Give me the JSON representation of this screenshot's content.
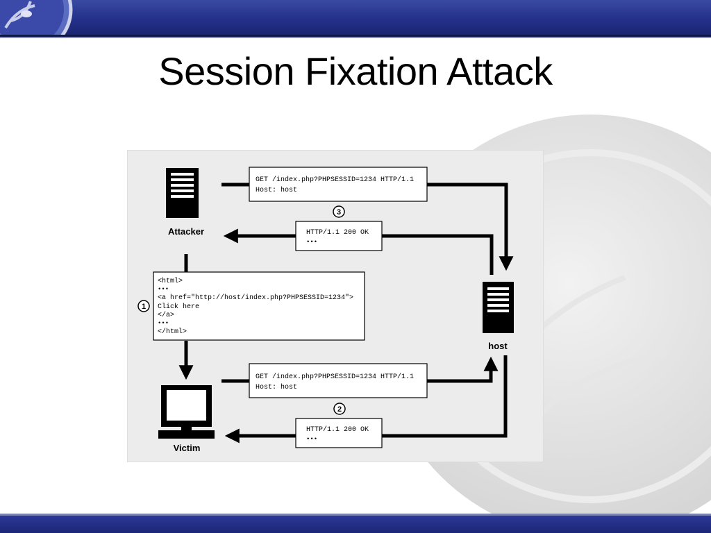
{
  "slide": {
    "title": "Session Fixation Attack"
  },
  "diagram": {
    "nodes": {
      "attacker": "Attacker",
      "victim": "Victim",
      "host": "host"
    },
    "steps": {
      "one": "1",
      "two": "2",
      "three": "3"
    },
    "attacker_request": {
      "line1": "GET /index.php?PHPSESSID=1234 HTTP/1.1",
      "line2": "Host: host"
    },
    "attacker_response": {
      "line1": "HTTP/1.1 200 OK",
      "line2": "•••"
    },
    "html_snippet": {
      "line1": "<html>",
      "line2": "•••",
      "line3": "<a href=\"http://host/index.php?PHPSESSID=1234\">",
      "line4": "Click here",
      "line5": "</a>",
      "line6": "•••",
      "line7": "</html>"
    },
    "victim_request": {
      "line1": "GET /index.php?PHPSESSID=1234 HTTP/1.1",
      "line2": "Host: host"
    },
    "victim_response": {
      "line1": "HTTP/1.1 200 OK",
      "line2": "•••"
    }
  },
  "colors": {
    "bar": "#24308a",
    "panel": "#ececec",
    "ink": "#000000"
  }
}
